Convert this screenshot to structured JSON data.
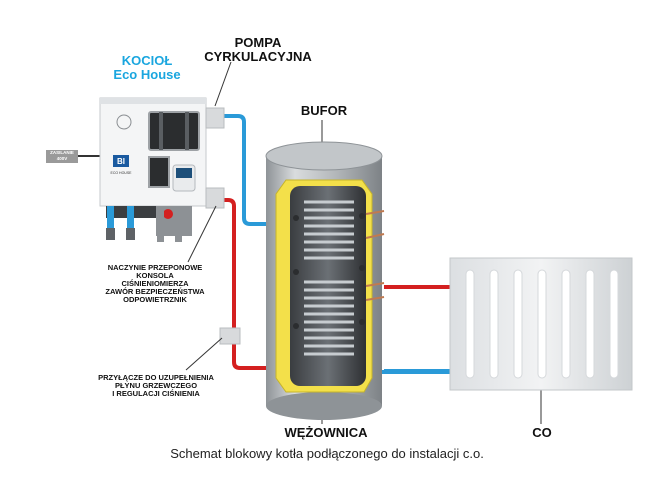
{
  "labels": {
    "pump": [
      "POMPA",
      "CYRKULACYJNA"
    ],
    "boiler": [
      "KOCIOŁ",
      "Eco House"
    ],
    "buffer": "BUFOR",
    "vessel": [
      "NACZYNIE PRZEPONOWE",
      "KONSOLA",
      "CIŚNIENIOMIERZA",
      "ZAWÓR BEZPIECZEŃSTWA",
      "ODPOWIETRZNIK"
    ],
    "filling": [
      "PRZYŁĄCZE DO UZUPEŁNIENIA",
      "PŁYNU GRZEWCZEGO",
      "I REGULACJI CIŚNIENIA"
    ],
    "coil": "WĘŻOWNICA",
    "co": "CO",
    "supply": [
      "ZASILANIE",
      "400V"
    ],
    "boiler_badge": "BI",
    "boiler_model": "ECO HOUSE"
  },
  "caption": "Schemat blokowy kotła podłączonego do instalacji c.o.",
  "colors": {
    "hot_pipe": "#d42020",
    "cold_pipe": "#2a9ad8",
    "brand_blue": "#1aa6df",
    "insulation": "#f3e04a",
    "tank_shell": "#b9bec2"
  }
}
